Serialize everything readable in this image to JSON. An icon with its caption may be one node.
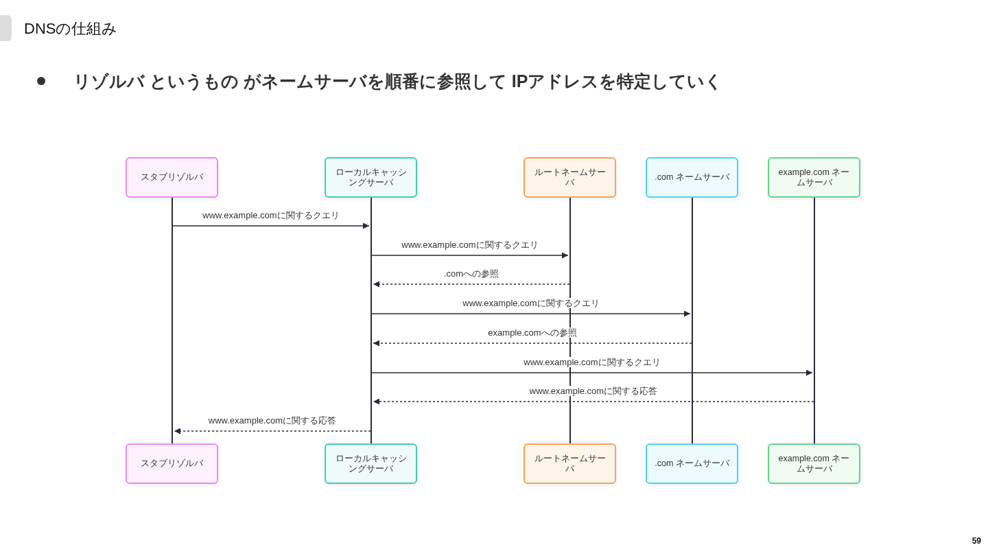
{
  "diagram": {
    "title": "DNSの仕組み",
    "nodes": [
      {
        "text": [
          "スタブリゾルバ"
        ]
      },
      {
        "text": [
          "ローカルキャッシングサーバ"
        ]
      },
      {
        "text": [
          "ルートネームサーバ"
        ]
      },
      {
        "text": [
          ".com ネームサーバ"
        ]
      },
      {
        "text": [
          "example.com ネームサーバ"
        ]
      },
      {
        "text": [
          "スタブリゾルバ"
        ]
      },
      {
        "text": [
          "ローカルキャッシングサーバ"
        ]
      },
      {
        "text": [
          "ルートネームサーバ"
        ]
      },
      {
        "text": [
          ".com ネームサーバ"
        ]
      },
      {
        "text": [
          "example.com ネームサーバ"
        ]
      },
      {
        "text": [],
        "shape": "line"
      },
      {
        "text": [],
        "shape": "line"
      },
      {
        "text": [],
        "shape": "line"
      },
      {
        "text": [],
        "shape": "line"
      },
      {
        "text": [],
        "shape": "line"
      }
    ],
    "edges": [
      {
        "from": 10,
        "to": 11,
        "arrow": "to",
        "label": "www.example.comに関するクエリ"
      },
      {
        "from": 11,
        "to": 12,
        "arrow": "to",
        "label": "www.example.comに関するクエリ"
      },
      {
        "from": 12,
        "to": 11,
        "arrow": "to",
        "label": ".comへの参照",
        "style": "dashed"
      },
      {
        "from": 11,
        "to": 13,
        "arrow": "to",
        "label": "www.example.comに関するクエリ"
      },
      {
        "from": 13,
        "to": 11,
        "arrow": "to",
        "label": "example.comへの参照",
        "style": "dashed"
      },
      {
        "from": 11,
        "to": 14,
        "arrow": "to",
        "label": "www.example.comに関するクエリ"
      },
      {
        "from": 14,
        "to": 11,
        "arrow": "to",
        "label": "www.example.comに関する応答",
        "style": "dashed"
      },
      {
        "from": 11,
        "to": 10,
        "arrow": "to",
        "label": "www.example.comに関する応答",
        "style": "dashed"
      }
    ],
    "labels": [
      "リゾルバ というもの がネームサーバを順番に参照して IPアドレスを特定していく",
      "59"
    ]
  }
}
